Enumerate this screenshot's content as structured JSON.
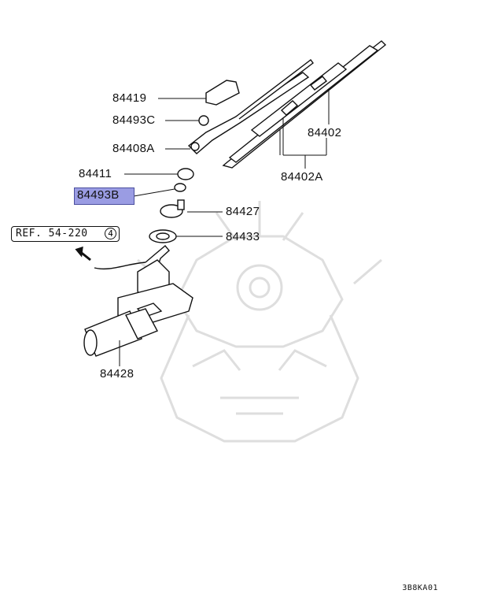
{
  "parts": {
    "p84419": "84419",
    "p84493c": "84493C",
    "p84408a": "84408A",
    "p84411": "84411",
    "p84493b": "84493B",
    "p84427": "84427",
    "p84433": "84433",
    "p84402": "84402",
    "p84402a": "84402A",
    "p84428": "84428"
  },
  "reference": {
    "text": "REF. 54-220",
    "circle_number": "4"
  },
  "diagram_code": "3B8KA01",
  "highlighted_part": "84493B",
  "colors": {
    "highlight_fill": "#9a9ce3",
    "highlight_border": "#4b4f9e",
    "line": "#111111",
    "watermark": "#d9d9d9"
  }
}
